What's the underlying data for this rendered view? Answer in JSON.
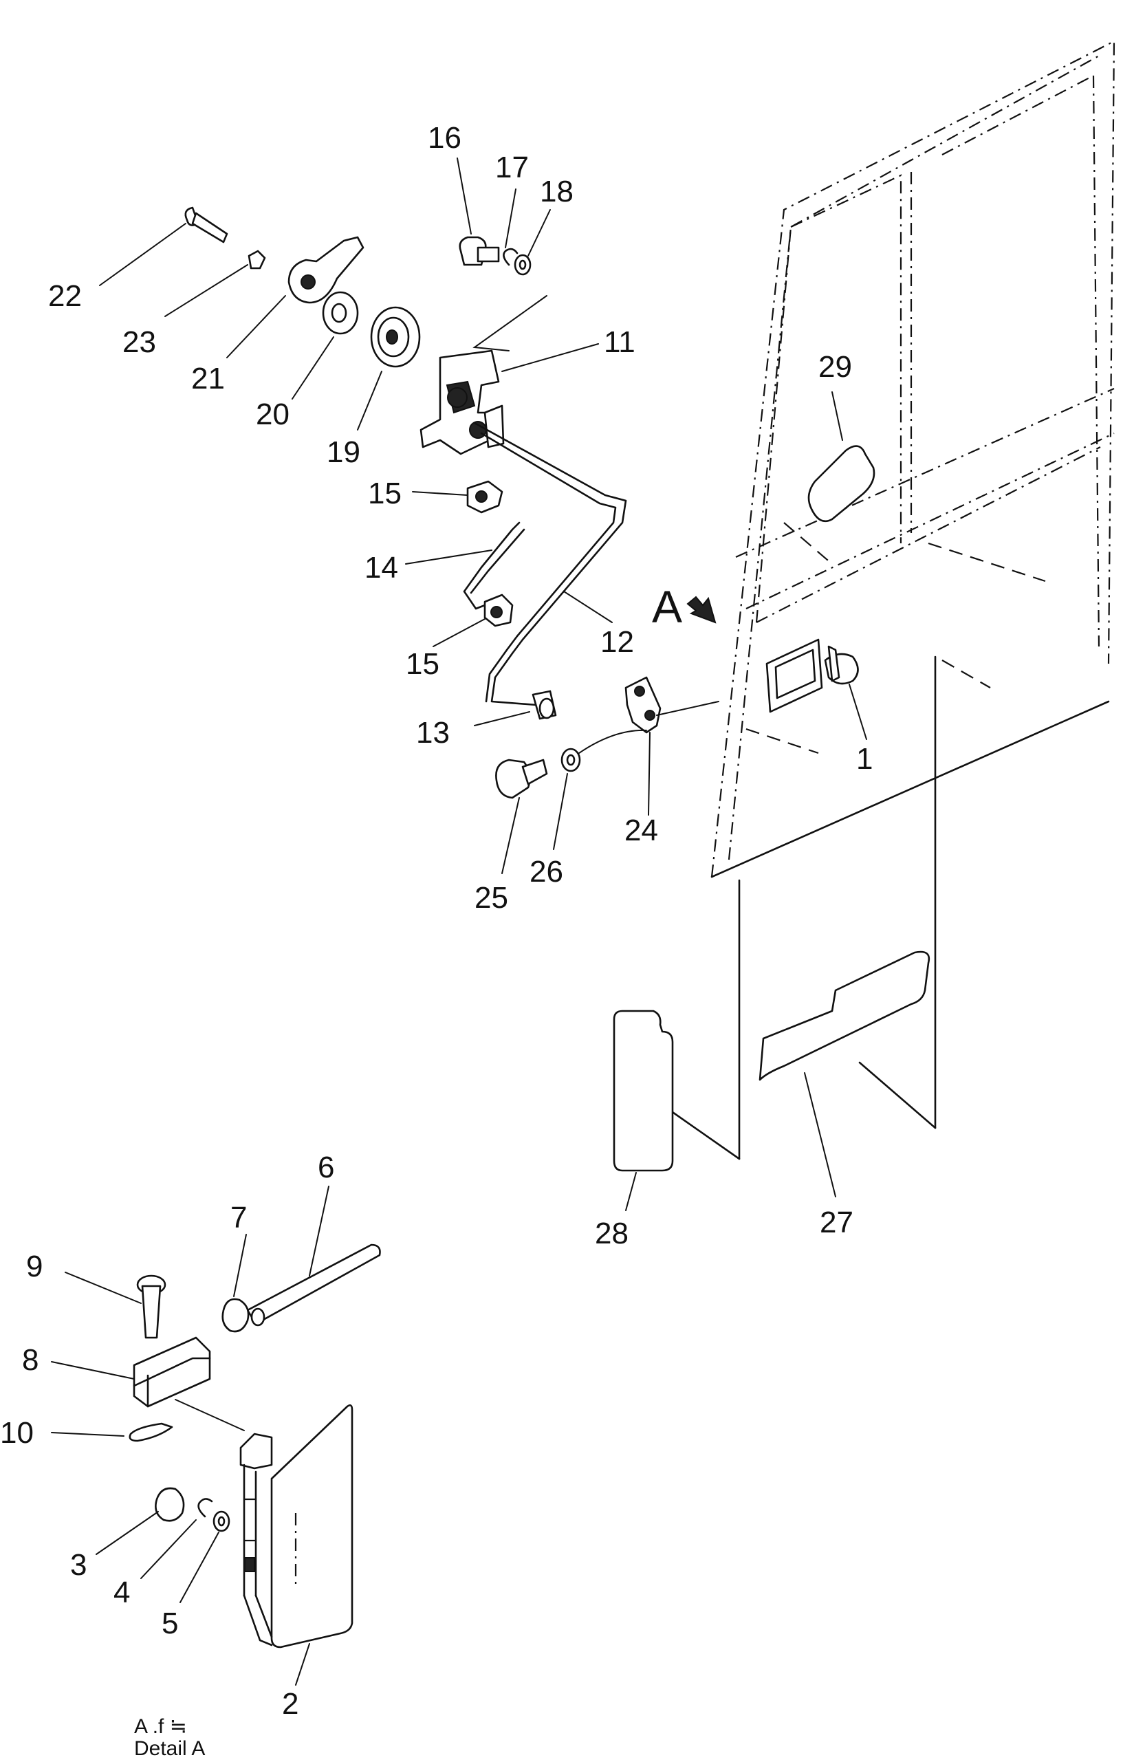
{
  "detail_marker": "A",
  "caption": {
    "line1": "A .f ≒",
    "line2": "Detail A"
  },
  "callouts": [
    {
      "id": "c1",
      "text": "1"
    },
    {
      "id": "c2",
      "text": "2"
    },
    {
      "id": "c3",
      "text": "3"
    },
    {
      "id": "c4",
      "text": "4"
    },
    {
      "id": "c5",
      "text": "5"
    },
    {
      "id": "c6",
      "text": "6"
    },
    {
      "id": "c7",
      "text": "7"
    },
    {
      "id": "c8",
      "text": "8"
    },
    {
      "id": "c9",
      "text": "9"
    },
    {
      "id": "c10",
      "text": "10"
    },
    {
      "id": "c11",
      "text": "11"
    },
    {
      "id": "c12",
      "text": "12"
    },
    {
      "id": "c13",
      "text": "13"
    },
    {
      "id": "c14",
      "text": "14"
    },
    {
      "id": "c15a",
      "text": "15"
    },
    {
      "id": "c15b",
      "text": "15"
    },
    {
      "id": "c16",
      "text": "16"
    },
    {
      "id": "c17",
      "text": "17"
    },
    {
      "id": "c18",
      "text": "18"
    },
    {
      "id": "c19",
      "text": "19"
    },
    {
      "id": "c20",
      "text": "20"
    },
    {
      "id": "c21",
      "text": "21"
    },
    {
      "id": "c22",
      "text": "22"
    },
    {
      "id": "c23",
      "text": "23"
    },
    {
      "id": "c24",
      "text": "24"
    },
    {
      "id": "c25",
      "text": "25"
    },
    {
      "id": "c26",
      "text": "26"
    },
    {
      "id": "c27",
      "text": "27"
    },
    {
      "id": "c28",
      "text": "28"
    },
    {
      "id": "c29",
      "text": "29"
    }
  ]
}
